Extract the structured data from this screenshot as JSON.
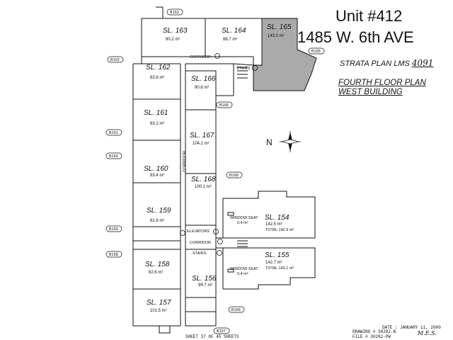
{
  "header": {
    "unit": "Unit #412",
    "address": "1485 W. 6th AVE",
    "strata_label": "STRATA PLAN LMS",
    "strata_number": "4091",
    "floor_line1": "FOURTH FLOOR PLAN",
    "floor_line2": "WEST BUILDING"
  },
  "north_arrow": {
    "label": "N"
  },
  "colors": {
    "line": "#111111",
    "highlight": "#aaaaaa",
    "background": "#ffffff"
  },
  "lots": [
    {
      "id": "sl165",
      "name": "SL. 165",
      "area": "143.0 m²",
      "highlighted": true
    },
    {
      "id": "sl164",
      "name": "SL. 164",
      "area": "88.7 m²"
    },
    {
      "id": "sl163",
      "name": "SL. 163",
      "area": "90.2 m²"
    },
    {
      "id": "sl162",
      "name": "SL. 162",
      "area": "83.6 m²"
    },
    {
      "id": "sl166",
      "name": "SL. 166",
      "area": "90.8 m²"
    },
    {
      "id": "sl161",
      "name": "SL. 161",
      "area": "83.2 m²"
    },
    {
      "id": "sl167",
      "name": "SL. 167",
      "area": "104.2 m²"
    },
    {
      "id": "sl160",
      "name": "SL. 160",
      "area": "83.4 m²"
    },
    {
      "id": "sl168",
      "name": "SL. 168",
      "area": "100.1 m²"
    },
    {
      "id": "sl159",
      "name": "SL. 159",
      "area": "82.6 m²"
    },
    {
      "id": "sl154",
      "name": "SL. 154",
      "area": "142.5 m²",
      "total": "TOTAL 142.9 m²"
    },
    {
      "id": "sl155",
      "name": "SL. 155",
      "area": "142.7 m²",
      "total": "TOTAL 143.1 m²"
    },
    {
      "id": "sl158",
      "name": "SL. 158",
      "area": "82.6 m²"
    },
    {
      "id": "sl156",
      "name": "SL. 156",
      "area": "99.7 m²"
    },
    {
      "id": "sl157",
      "name": "SL. 157",
      "area": "101.5 m²"
    }
  ],
  "common_labels": {
    "corridor": "CORRIDOR",
    "stairs": "STAIRS",
    "elevators": "ELEVATORS",
    "window_seat": "WINDOW SEAT",
    "window_seat_area": "0.4 m²",
    "corridor_marker": "C"
  },
  "callouts": [
    "B163",
    "B162",
    "B165",
    "B166",
    "B161",
    "B160",
    "B168",
    "B159",
    "B158",
    "B156",
    "B157"
  ],
  "footer": {
    "sheet": "SHEET 37 OF 45 SHEETS",
    "date": "DATE : JANUARY 11, 2000",
    "drawing": "DRAWING # 30282-B",
    "file": "FILE # 30282-PW",
    "initials": "M.E.S."
  }
}
